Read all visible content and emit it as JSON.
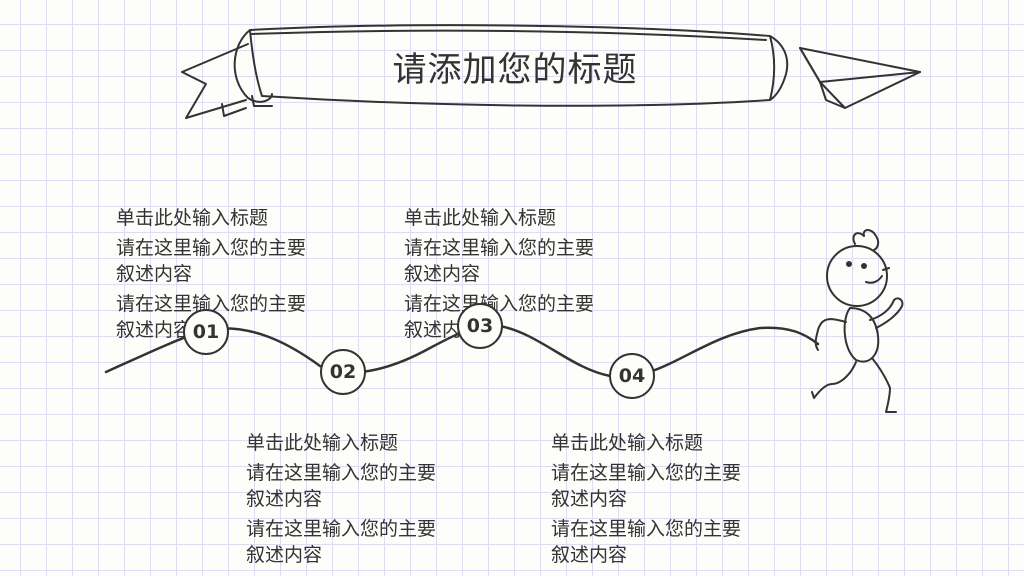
{
  "title": "请添加您的标题",
  "timeline": [
    {
      "number": "01",
      "heading": "单击此处输入标题",
      "para1": "请在这里输入您的主要叙述内容",
      "para2": "请在这里输入您的主要叙述内容"
    },
    {
      "number": "02",
      "heading": "单击此处输入标题",
      "para1": "请在这里输入您的主要叙述内容",
      "para2": "请在这里输入您的主要叙述内容"
    },
    {
      "number": "03",
      "heading": "单击此处输入标题",
      "para1": "请在这里输入您的主要叙述内容",
      "para2": "请在这里输入您的主要叙述内容"
    },
    {
      "number": "04",
      "heading": "单击此处输入标题",
      "para1": "请在这里输入您的主要叙述内容",
      "para2": "请在这里输入您的主要叙述内容"
    }
  ]
}
